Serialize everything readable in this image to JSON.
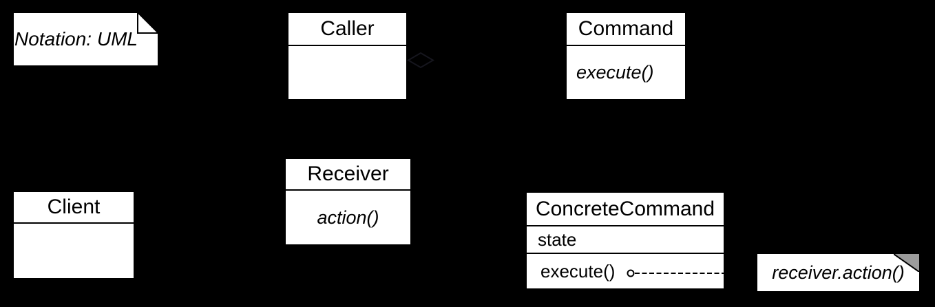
{
  "diagram": {
    "kind": "UML class diagram — Command design pattern",
    "notation_note": {
      "text": "Notation: UML"
    },
    "classes": {
      "caller": {
        "name": "Caller"
      },
      "command": {
        "name": "Command",
        "method": "execute()"
      },
      "receiver": {
        "name": "Receiver",
        "method": "action()"
      },
      "client": {
        "name": "Client"
      },
      "concrete_command": {
        "name": "ConcreteCommand",
        "attribute": "state",
        "method": "execute()"
      }
    },
    "code_note": {
      "text": "receiver.action()"
    },
    "colors": {
      "background": "#000000",
      "box_fill": "#ffffff",
      "line": "#000000",
      "note_fold": "#9c9c9c",
      "diamond_stroke": "#16161e"
    }
  }
}
